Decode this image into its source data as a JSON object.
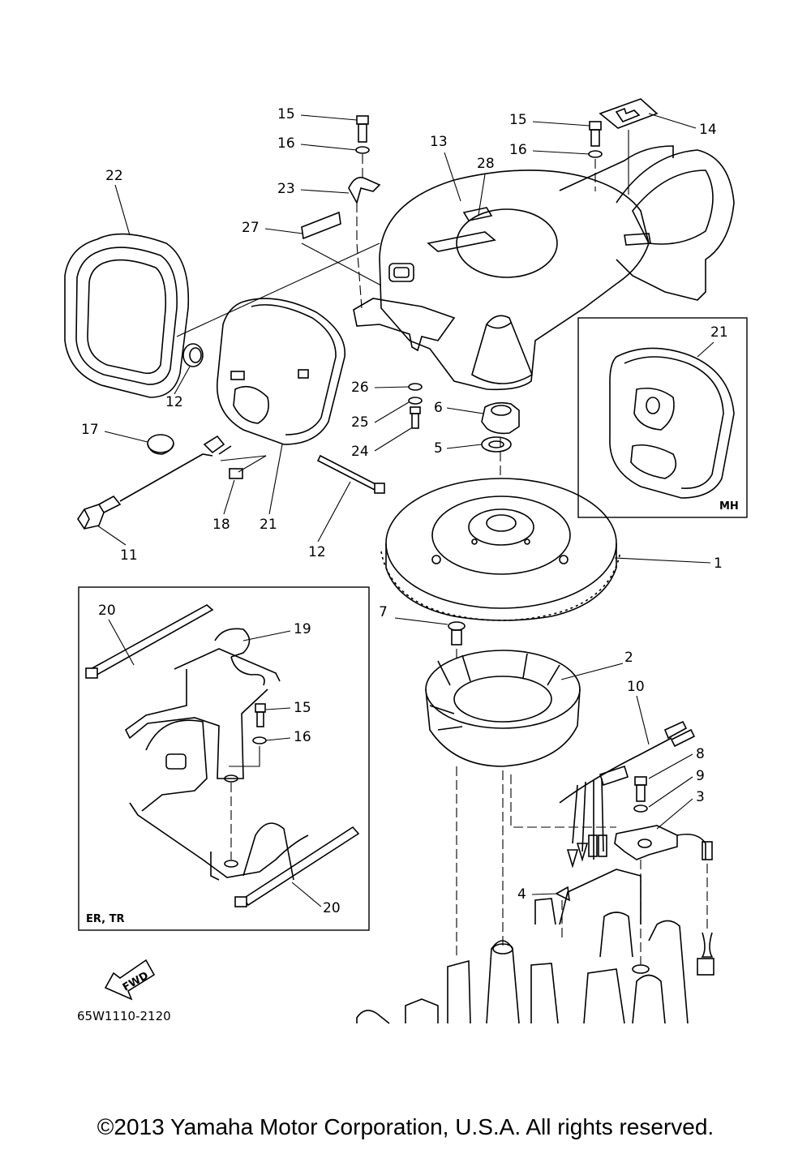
{
  "diagram_code": "65W1110-2120",
  "fwd_label": "FWD",
  "inset_mh_label": "MH",
  "inset_ertr_label": "ER, TR",
  "copyright": "©2013 Yamaha Motor Corporation, U.S.A. All rights reserved.",
  "callouts": [
    "15",
    "16",
    "13",
    "28",
    "15",
    "14",
    "16",
    "22",
    "23",
    "27",
    "12",
    "21",
    "26",
    "6",
    "25",
    "17",
    "24",
    "5",
    "18",
    "21",
    "11",
    "12",
    "1",
    "20",
    "19",
    "7",
    "2",
    "15",
    "10",
    "16",
    "8",
    "9",
    "3",
    "4",
    "20"
  ]
}
